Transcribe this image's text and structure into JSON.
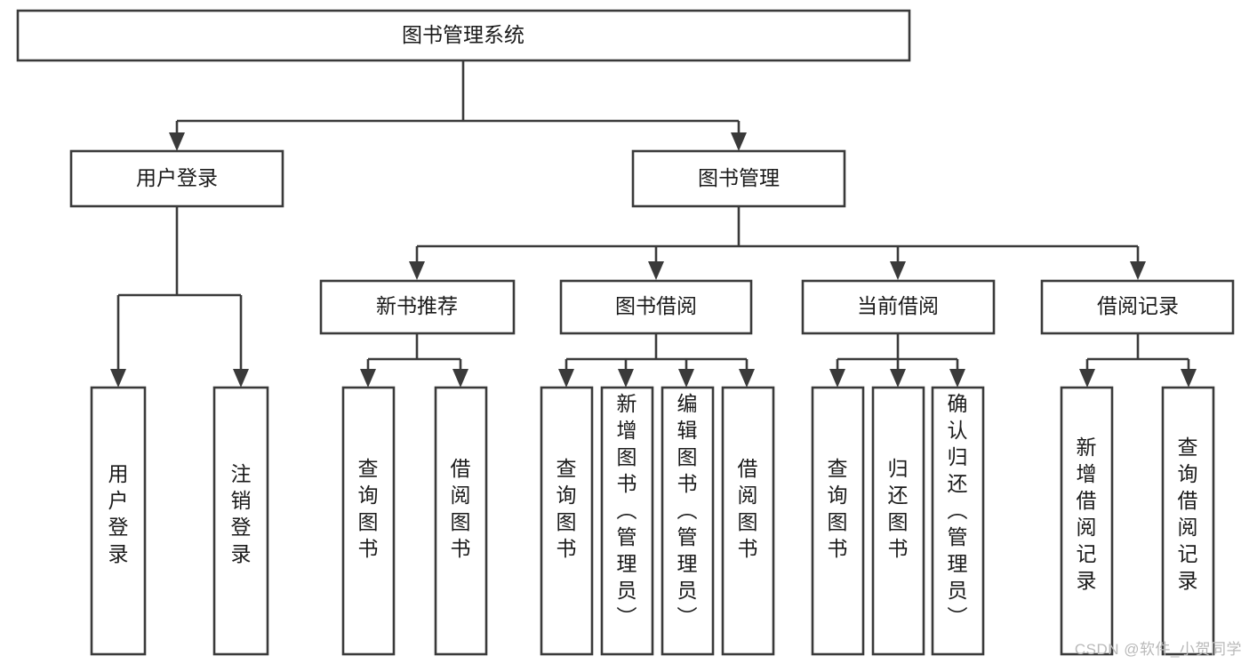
{
  "diagram": {
    "type": "tree-hierarchy",
    "title": "图书管理系统",
    "watermark": "CSDN @软件_小贺同学",
    "colors": {
      "stroke": "#3a3a3a",
      "fill": "#ffffff",
      "text": "#1a1a1a",
      "watermark": "#b9b9b9"
    },
    "levels": {
      "root": {
        "label": "图书管理系统"
      },
      "level2": [
        {
          "id": "user-login",
          "label": "用户登录"
        },
        {
          "id": "book-manage",
          "label": "图书管理"
        }
      ],
      "level3": [
        {
          "id": "new-book-rec",
          "label": "新书推荐",
          "parent": "book-manage"
        },
        {
          "id": "book-borrow",
          "label": "图书借阅",
          "parent": "book-manage"
        },
        {
          "id": "current-borrow",
          "label": "当前借阅",
          "parent": "book-manage"
        },
        {
          "id": "borrow-record",
          "label": "借阅记录",
          "parent": "book-manage"
        }
      ],
      "leaves": [
        {
          "id": "leaf-user-login",
          "label": "用户登录",
          "parent": "user-login"
        },
        {
          "id": "leaf-logout",
          "label": "注销登录",
          "parent": "user-login"
        },
        {
          "id": "leaf-query-book-1",
          "label": "查询图书",
          "parent": "new-book-rec"
        },
        {
          "id": "leaf-borrow-book-1",
          "label": "借阅图书",
          "parent": "new-book-rec"
        },
        {
          "id": "leaf-query-book-2",
          "label": "查询图书",
          "parent": "book-borrow"
        },
        {
          "id": "leaf-add-book",
          "label": "新增图书（管理员）",
          "parent": "book-borrow"
        },
        {
          "id": "leaf-edit-book",
          "label": "编辑图书（管理员）",
          "parent": "book-borrow"
        },
        {
          "id": "leaf-borrow-book-2",
          "label": "借阅图书",
          "parent": "book-borrow"
        },
        {
          "id": "leaf-query-book-3",
          "label": "查询图书",
          "parent": "current-borrow"
        },
        {
          "id": "leaf-return-book",
          "label": "归还图书",
          "parent": "current-borrow"
        },
        {
          "id": "leaf-confirm-return",
          "label": "确认归还（管理员）",
          "parent": "current-borrow"
        },
        {
          "id": "leaf-add-record",
          "label": "新增借阅记录",
          "parent": "borrow-record"
        },
        {
          "id": "leaf-query-record",
          "label": "查询借阅记录",
          "parent": "borrow-record"
        }
      ]
    }
  }
}
